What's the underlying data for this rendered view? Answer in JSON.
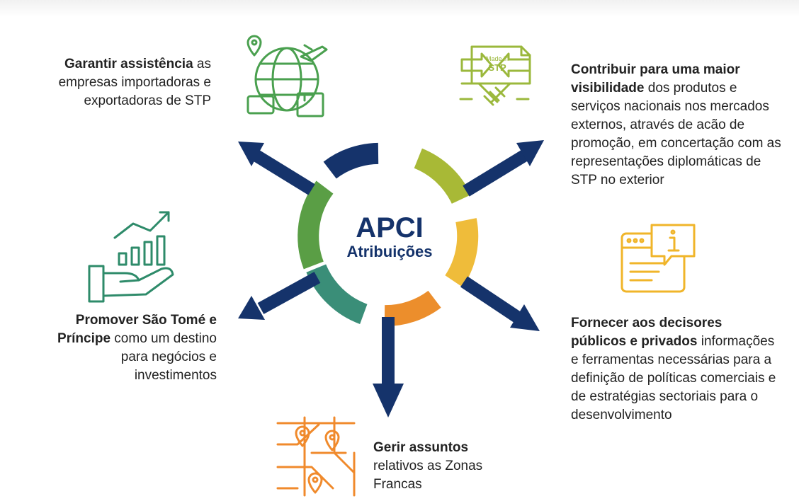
{
  "center": {
    "title": "APCI",
    "subtitle": "Atribuições"
  },
  "items": [
    {
      "bold": "Garantir assistência",
      "text": " as empresas importadoras e exportadoras de STP",
      "icon": "globe-logistics-icon",
      "color": "#4aa04f"
    },
    {
      "bold": "Contribuir para uma maior visibilidade",
      "text": " dos produtos e serviços nacionais nos mercados externos, através de acão de promoção, em concertação com as representações diplomáticas de STP no exterior",
      "icon": "made-in-stp-handshake-icon",
      "color": "#9bb83c",
      "badge": "STP",
      "badge_top": "Made in"
    },
    {
      "bold": "Fornecer aos decisores públicos e privados",
      "text": " informações e ferramentas necessárias para a definição de políticas comerciais e de estratégias sectoriais para o desenvolvimento",
      "icon": "information-window-icon",
      "color": "#f0b52a"
    },
    {
      "bold": "Gerir assuntos",
      "text": " relativos as Zonas Francas",
      "icon": "city-map-pins-icon",
      "color": "#f08a2c"
    },
    {
      "bold": "Promover São Tomé e Príncipe",
      "text": " como um destino para negócios e investimentos",
      "icon": "growth-chart-hand-icon",
      "color": "#2e8b6a"
    }
  ],
  "colors": {
    "navy": "#15336b",
    "ring_green": "#5a9e45",
    "ring_lime": "#a8b936",
    "ring_yellow": "#efbc3a",
    "ring_orange": "#ec8e2c",
    "ring_teal": "#3a8e78"
  }
}
